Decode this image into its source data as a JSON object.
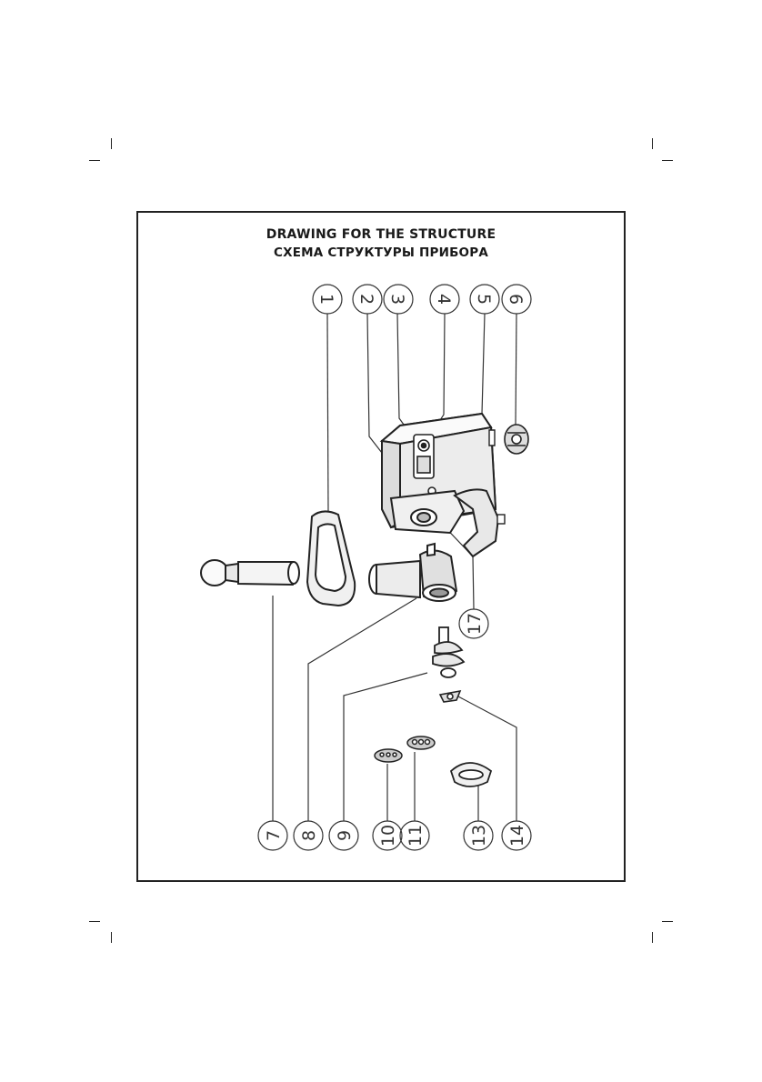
{
  "titles": {
    "english": "DRAWING FOR THE STRUCTURE",
    "russian": "СХЕМА СТРУКТУРЫ ПРИБОРА"
  },
  "callouts": [
    "1",
    "2",
    "3",
    "4",
    "5",
    "6",
    "7",
    "8",
    "9",
    "10",
    "11",
    "13",
    "14",
    "17"
  ]
}
